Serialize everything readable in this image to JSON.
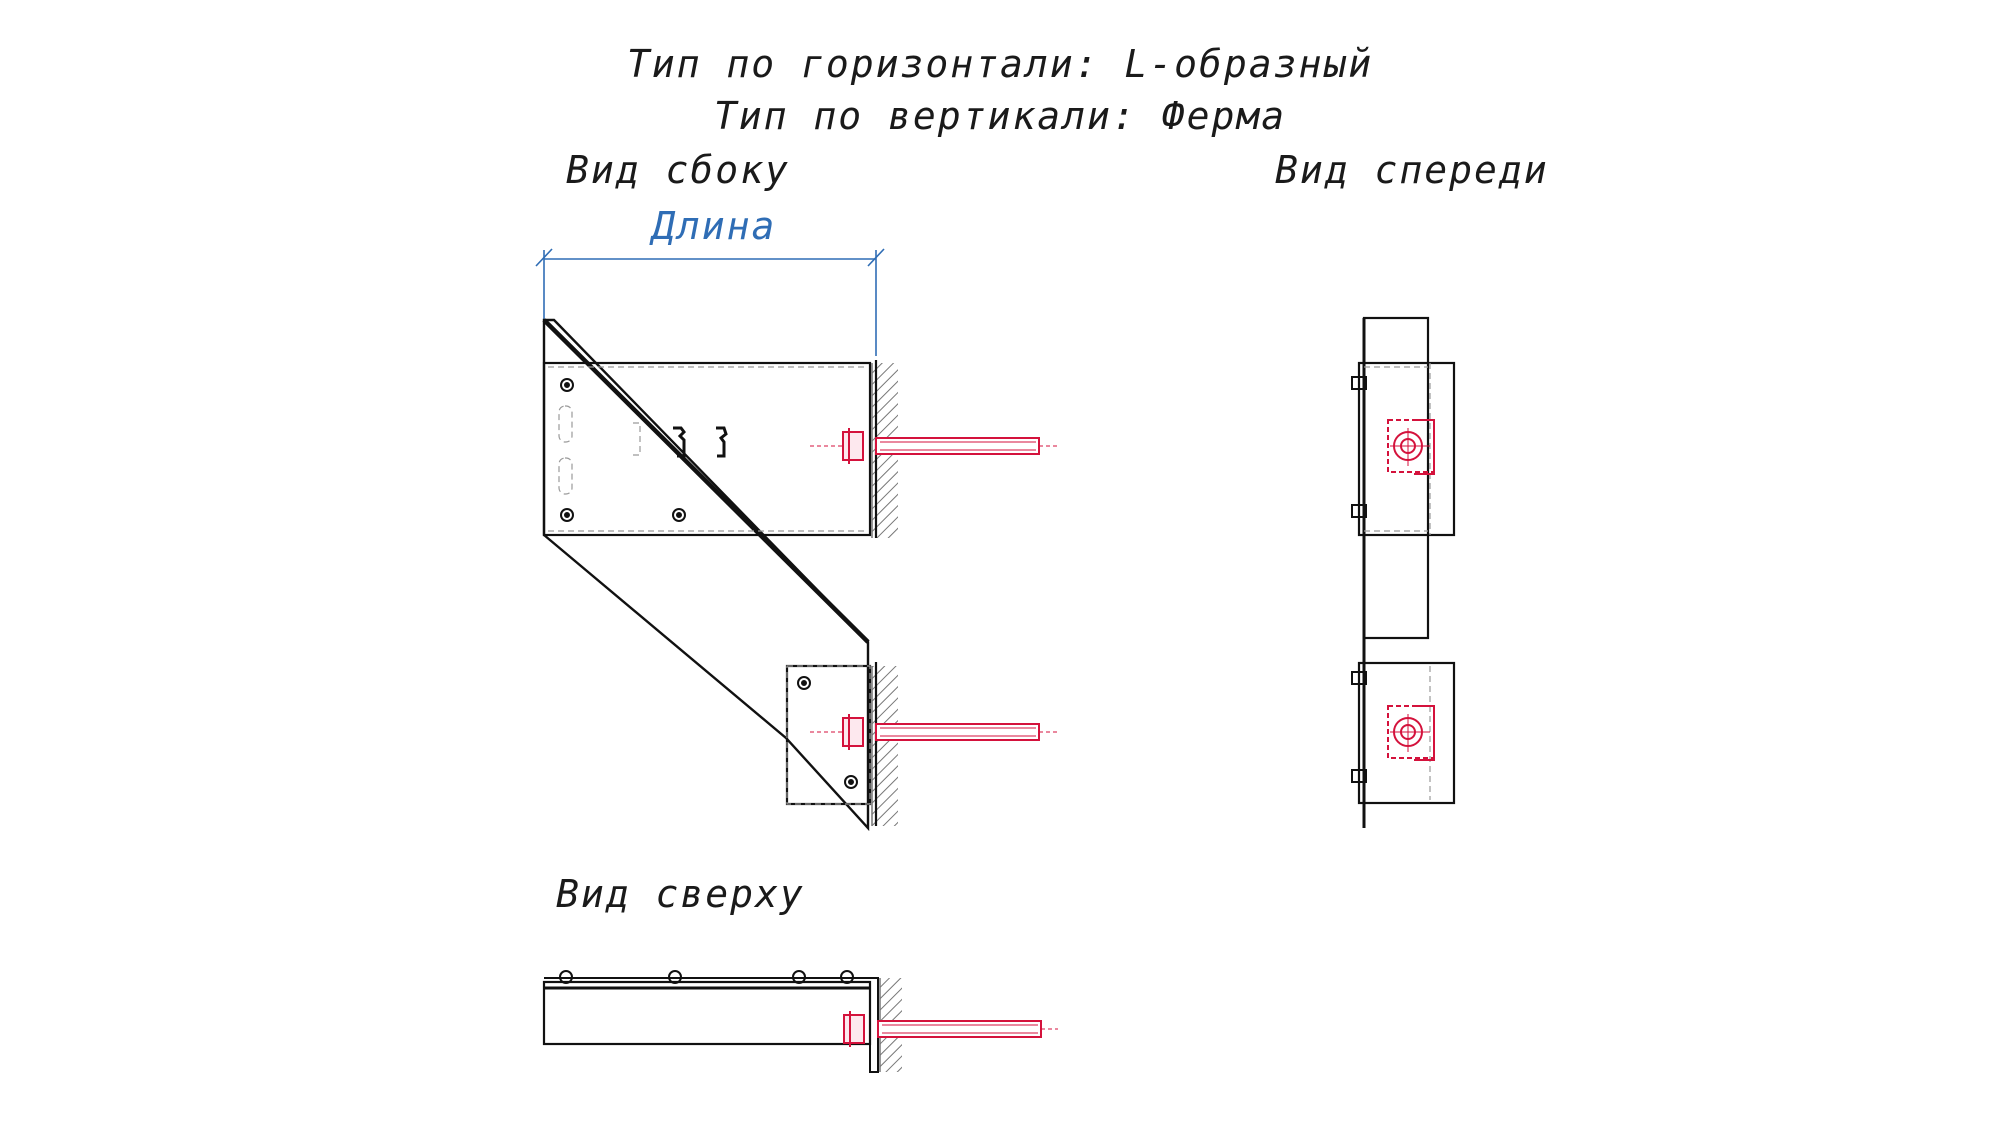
{
  "titles": {
    "horizontal_type": "Тип по горизонтали: L-образный",
    "vertical_type": "Тип по вертикали: Ферма"
  },
  "views": {
    "side": "Вид сбоку",
    "front": "Вид спереди",
    "top": "Вид сверху"
  },
  "dimension": {
    "length": "Длина"
  },
  "colors": {
    "line": "#111111",
    "hidden": "#9a9a9a",
    "anchor": "#d4123c",
    "dimension": "#2f6db5",
    "wall_hatch": "#777777"
  }
}
